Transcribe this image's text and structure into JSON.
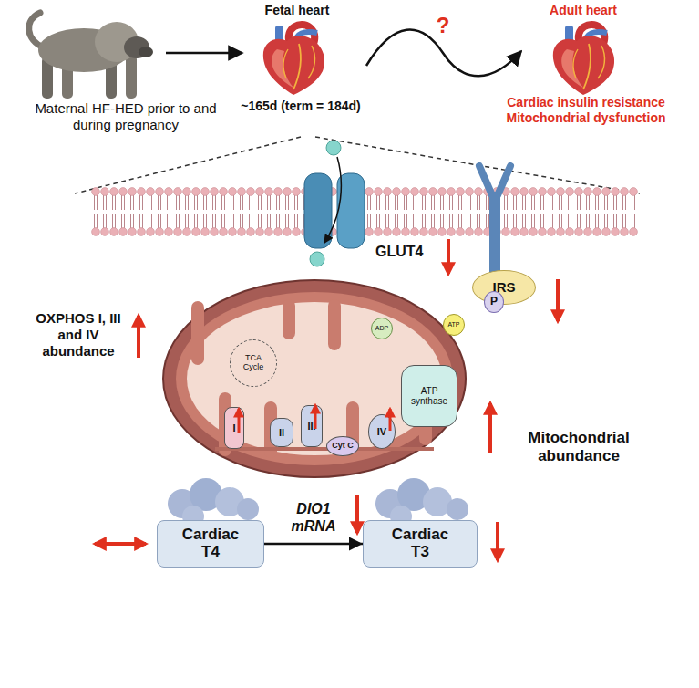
{
  "diagram": {
    "nodes": [
      {
        "text": [
          "Cardiac T4"
        ]
      },
      {
        "text": [
          "Cardiac T3"
        ]
      },
      {
        "text": [
          "IRS"
        ]
      },
      {
        "text": [
          "P"
        ],
        "in": 2
      },
      {
        "text": [
          "TCA Cycle"
        ]
      },
      {
        "text": [
          "I"
        ]
      },
      {
        "text": [
          "II"
        ]
      },
      {
        "text": [
          "III"
        ]
      },
      {
        "text": [
          "Cyt C"
        ]
      },
      {
        "text": [
          "IV"
        ]
      },
      {
        "text": [
          "ATP synthase"
        ]
      },
      {
        "text": [
          "ADP"
        ]
      },
      {
        "text": [
          "ATP"
        ]
      }
    ],
    "edges": [
      {
        "from": 0,
        "to": 1,
        "label": "DIO1 mRNA",
        "arrow": "to"
      }
    ],
    "labels": [
      "Maternal HF-HED prior to and during pregnancy",
      "Fetal heart",
      "~165d (term = 184d)",
      "Adult heart",
      "Cardiac insulin resistance Mitochondrial dysfunction",
      "?",
      "GLUT4",
      "OXPHOS I, III and IV abundance",
      "Mitochondrial abundance"
    ]
  }
}
